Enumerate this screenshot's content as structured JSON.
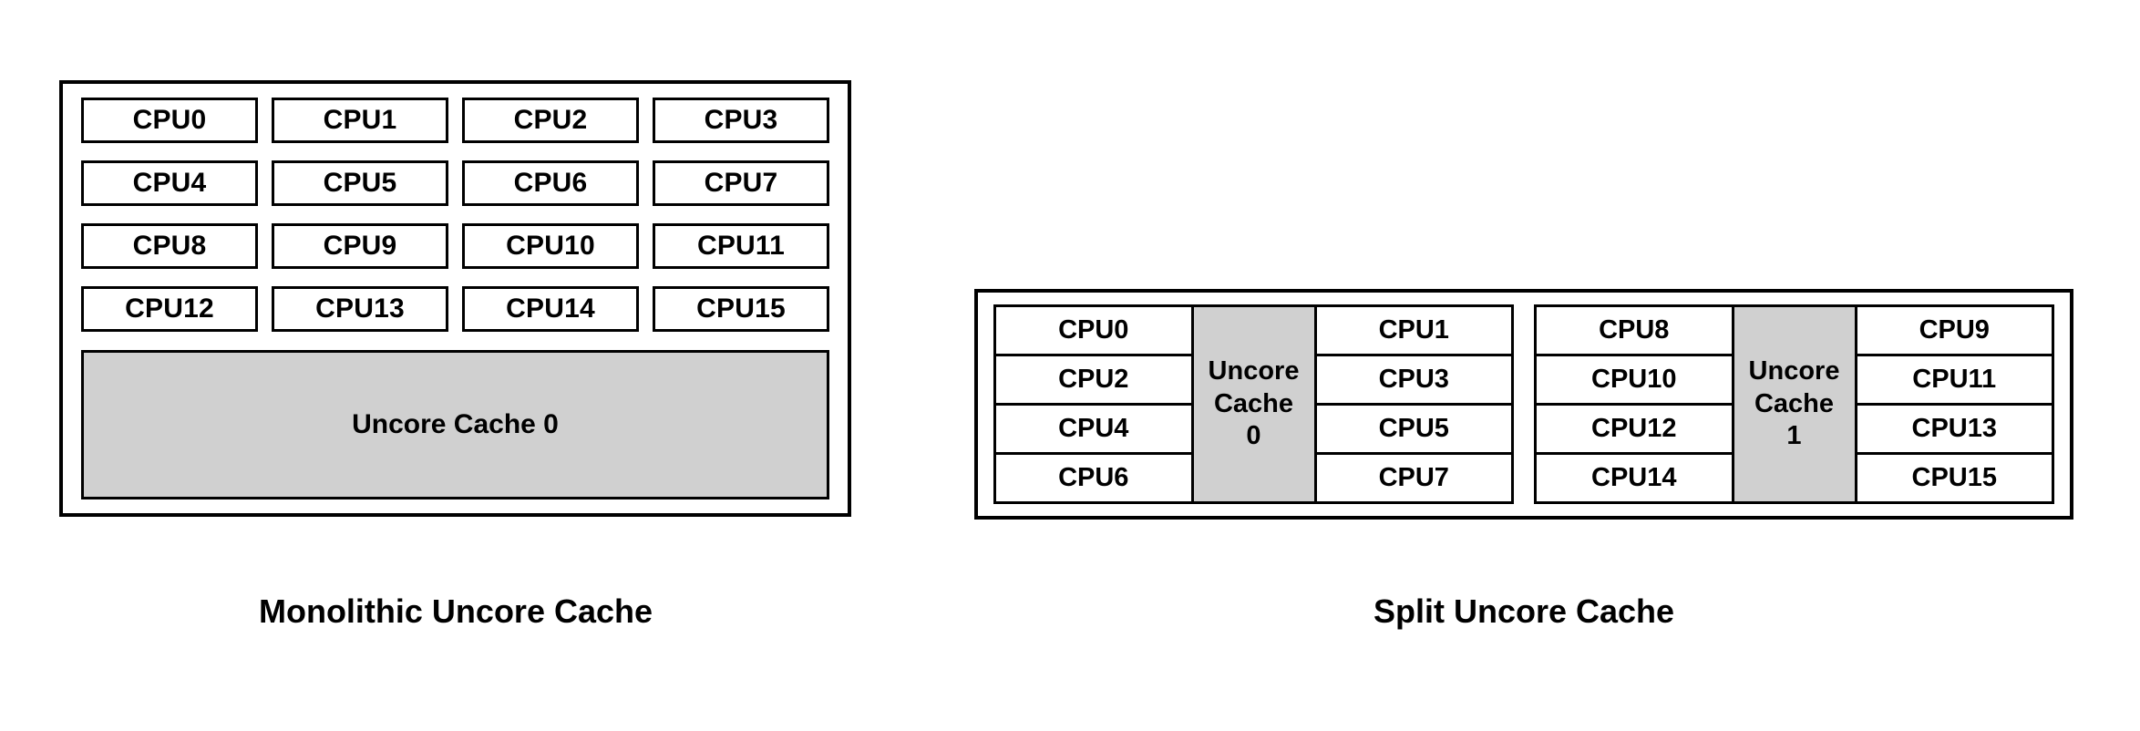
{
  "diagram": {
    "title_left": "Monolithic Uncore Cache",
    "title_right": "Split Uncore Cache",
    "colors": {
      "cache_fill": "#d0d0d0",
      "cpu_fill": "#ffffff",
      "border": "#000000",
      "background": "#ffffff"
    }
  },
  "monolithic": {
    "caption": "Monolithic Uncore Cache",
    "cpu_rows": [
      [
        "CPU0",
        "CPU1",
        "CPU2",
        "CPU3"
      ],
      [
        "CPU4",
        "CPU5",
        "CPU6",
        "CPU7"
      ],
      [
        "CPU8",
        "CPU9",
        "CPU10",
        "CPU11"
      ],
      [
        "CPU12",
        "CPU13",
        "CPU14",
        "CPU15"
      ]
    ],
    "uncore_cache_label": "Uncore Cache 0"
  },
  "split": {
    "caption": "Split Uncore Cache",
    "clusters": [
      {
        "left_cpus": [
          "CPU0",
          "CPU2",
          "CPU4",
          "CPU6"
        ],
        "cache_line1": "Uncore",
        "cache_line2": "Cache",
        "cache_line3": "0",
        "right_cpus": [
          "CPU1",
          "CPU3",
          "CPU5",
          "CPU7"
        ]
      },
      {
        "left_cpus": [
          "CPU8",
          "CPU10",
          "CPU12",
          "CPU14"
        ],
        "cache_line1": "Uncore",
        "cache_line2": "Cache",
        "cache_line3": "1",
        "right_cpus": [
          "CPU9",
          "CPU11",
          "CPU13",
          "CPU15"
        ]
      }
    ]
  }
}
